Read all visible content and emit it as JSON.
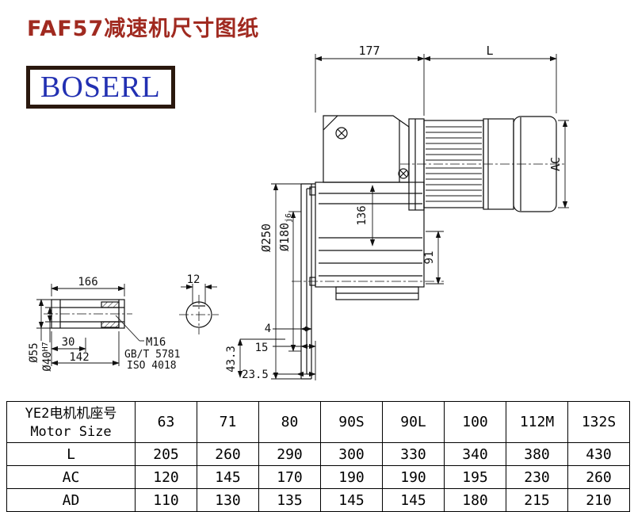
{
  "colors": {
    "title_color": "#a02a20",
    "logo_text": "#2230b2",
    "logo_border": "#2a180e"
  },
  "header": {
    "title": "FAF57减速机尺寸图纸",
    "logo": "BOSERL"
  },
  "drawing": {
    "main": {
      "d177": "177",
      "dL": "L",
      "dAC": "AC",
      "d250": "Ø250",
      "d180": "Ø180",
      "d180_tol": "j6",
      "d136": "136",
      "d91": "91",
      "d4": "4",
      "d15": "15",
      "d23_5": "23.5",
      "d43_3": "43.3"
    },
    "shaft": {
      "d166": "166",
      "d12": "12",
      "d55": "Ø55",
      "d40": "Ø40",
      "d40_tol": "H7",
      "d30": "30",
      "d142": "142",
      "m16": "M16",
      "gbt": "GB/T 5781",
      "iso": "ISO 4018"
    }
  },
  "table": {
    "row_header_cn": "YE2电机机座号",
    "row_header_en": "Motor Size",
    "columns": [
      "63",
      "71",
      "80",
      "90S",
      "90L",
      "100",
      "112M",
      "132S"
    ],
    "rows": [
      {
        "label": "L",
        "values": [
          "205",
          "260",
          "290",
          "300",
          "330",
          "340",
          "380",
          "430"
        ]
      },
      {
        "label": "AC",
        "values": [
          "120",
          "145",
          "170",
          "190",
          "190",
          "195",
          "230",
          "260"
        ]
      },
      {
        "label": "AD",
        "values": [
          "110",
          "130",
          "135",
          "145",
          "145",
          "180",
          "215",
          "210"
        ]
      }
    ]
  }
}
